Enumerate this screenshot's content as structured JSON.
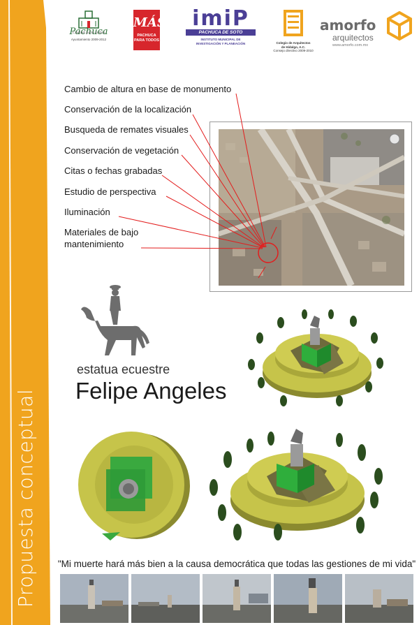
{
  "sidebar": {
    "title": "Propuesta conceptual",
    "color": "#f0a41e"
  },
  "logos": {
    "pachuca": {
      "tagline": "Ciudad para todos",
      "name": "Pachuca",
      "admin": "Ayuntamiento 2009-2012"
    },
    "mas": {
      "word": "MÁS",
      "line1": "PACHUCA",
      "line2": "PARA TODOS"
    },
    "imip": {
      "word": "imiP",
      "city": "PACHUCA DE SOTO",
      "line1": "INSTITUTO MUNICIPAL DE",
      "line2": "INVESTIGACIÓN Y PLANEACIÓN"
    },
    "colegio": {
      "line1": "Colegio de Arquitectos",
      "line2": "de Hidalgo, A.C.",
      "line3": "Consejo directivo 2009-2010"
    },
    "amorfo": {
      "name": "amorfo",
      "sub": "arquitectos",
      "url": "www.amorfo.com.mx"
    }
  },
  "checklist": [
    "Cambio de altura en base de monumento",
    "Conservación de la localización",
    "Busqueda de remates visuales",
    "Conservación de vegetación",
    "Citas o fechas grabadas",
    "Estudio de perspectiva",
    "Iluminación",
    "Materiales de bajo",
    "mantenimiento"
  ],
  "statue": {
    "subtitle": "estatua ecuestre",
    "title": "Felipe Angeles"
  },
  "quote": "\"Mi muerte hará más bien a la causa democrática que todas las gestiones de mi vida\"",
  "colors": {
    "accent": "#f0a41e",
    "callout": "#e31d1d",
    "platform": "#c6c44a",
    "glass": "#2fae3c"
  }
}
